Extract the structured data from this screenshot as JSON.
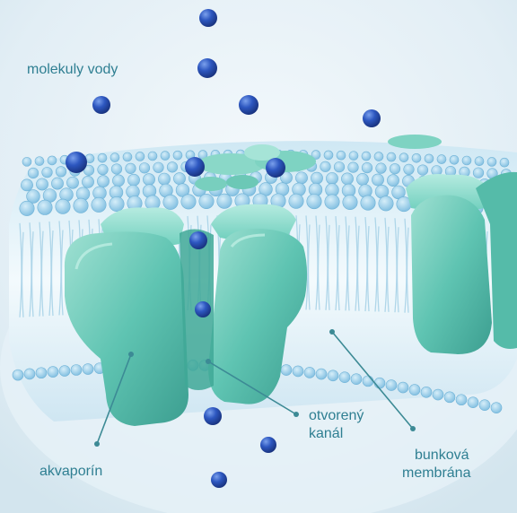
{
  "labels": {
    "water_molecules": "molekuly vody",
    "aquaporin": "akvaporín",
    "open_channel_line1": "otvorený",
    "open_channel_line2": "kanál",
    "membrane_line1": "bunková",
    "membrane_line2": "membrána"
  },
  "colors": {
    "label_text": "#2f7f92",
    "leader_line": "#3c8a95",
    "water_molecule": "#2a52b8",
    "protein": "#5fc4b2",
    "lipid_head": "#8fc9e4",
    "background_gradient": "#dcebf3"
  },
  "icons": {
    "molecule": "water-molecule-sphere",
    "protein": "aquaporin-protein"
  }
}
